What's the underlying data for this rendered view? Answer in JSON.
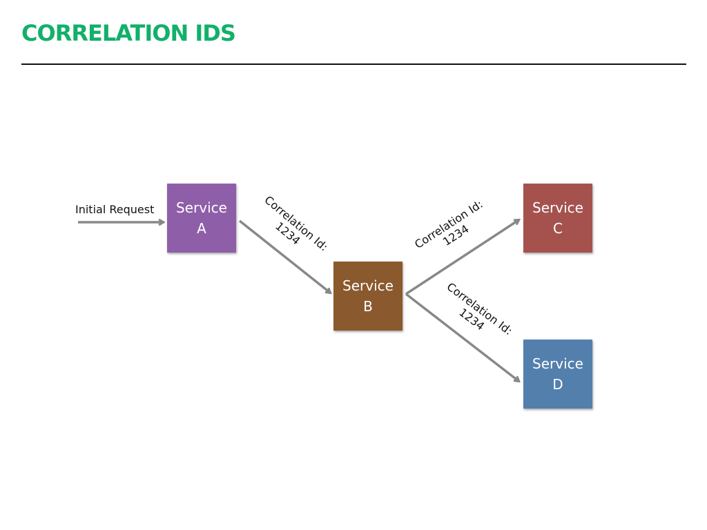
{
  "title": "CORRELATION IDS",
  "colors": {
    "title": "#12b06a",
    "arrow": "#888888",
    "service_a": "#8e5fa8",
    "service_b": "#8a5a2e",
    "service_c": "#a5524f",
    "service_d": "#537fad"
  },
  "initial_request": "Initial Request",
  "services": {
    "a": {
      "line1": "Service",
      "line2": "A"
    },
    "b": {
      "line1": "Service",
      "line2": "B"
    },
    "c": {
      "line1": "Service",
      "line2": "C"
    },
    "d": {
      "line1": "Service",
      "line2": "D"
    }
  },
  "edges": {
    "a_to_b": {
      "line1": "Correlation Id:",
      "line2": "1234"
    },
    "b_to_c": {
      "line1": "Correlation Id:",
      "line2": "1234"
    },
    "b_to_d": {
      "line1": "Correlation Id:",
      "line2": "1234"
    }
  }
}
